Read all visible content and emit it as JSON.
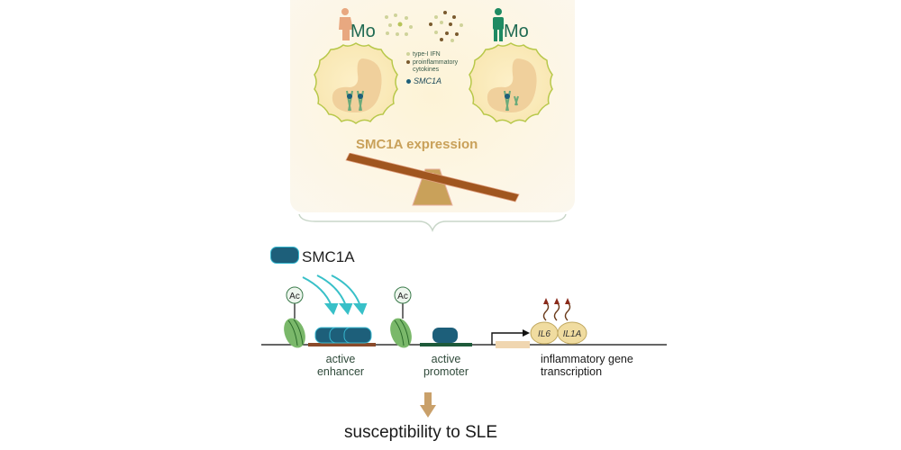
{
  "top_panel": {
    "left_label": "Mo",
    "right_label": "Mo",
    "legend": [
      {
        "label": "type-I IFN",
        "color": "#cfd39a"
      },
      {
        "label": "proinflammatory",
        "color": "#7a5a2e"
      },
      {
        "label": "cytokines",
        "color": null
      },
      {
        "label": "SMC1A",
        "color": "#1d5f7a"
      }
    ],
    "balance_title": "SMC1A expression"
  },
  "mechanism": {
    "smc1a_key_label": "SMC1A",
    "acetyl_label_1": "Ac",
    "acetyl_label_2": "Ac",
    "enhancer_line1": "active",
    "enhancer_line2": "enhancer",
    "promoter_line1": "active",
    "promoter_line2": "promoter",
    "gene1": "IL6",
    "gene2": "IL1A",
    "transcription_line1": "inflammatory gene",
    "transcription_line2": "transcription"
  },
  "outcome": {
    "label": "susceptibility to SLE"
  },
  "colors": {
    "smc1a": "#1d5f7a",
    "nucleosome": "#6aa85a",
    "arrow_teal": "#38c0c8",
    "seesaw_beam": "#a0561f",
    "seesaw_base": "#c9a15a",
    "female": "#e8a880",
    "male": "#1e8a62"
  }
}
